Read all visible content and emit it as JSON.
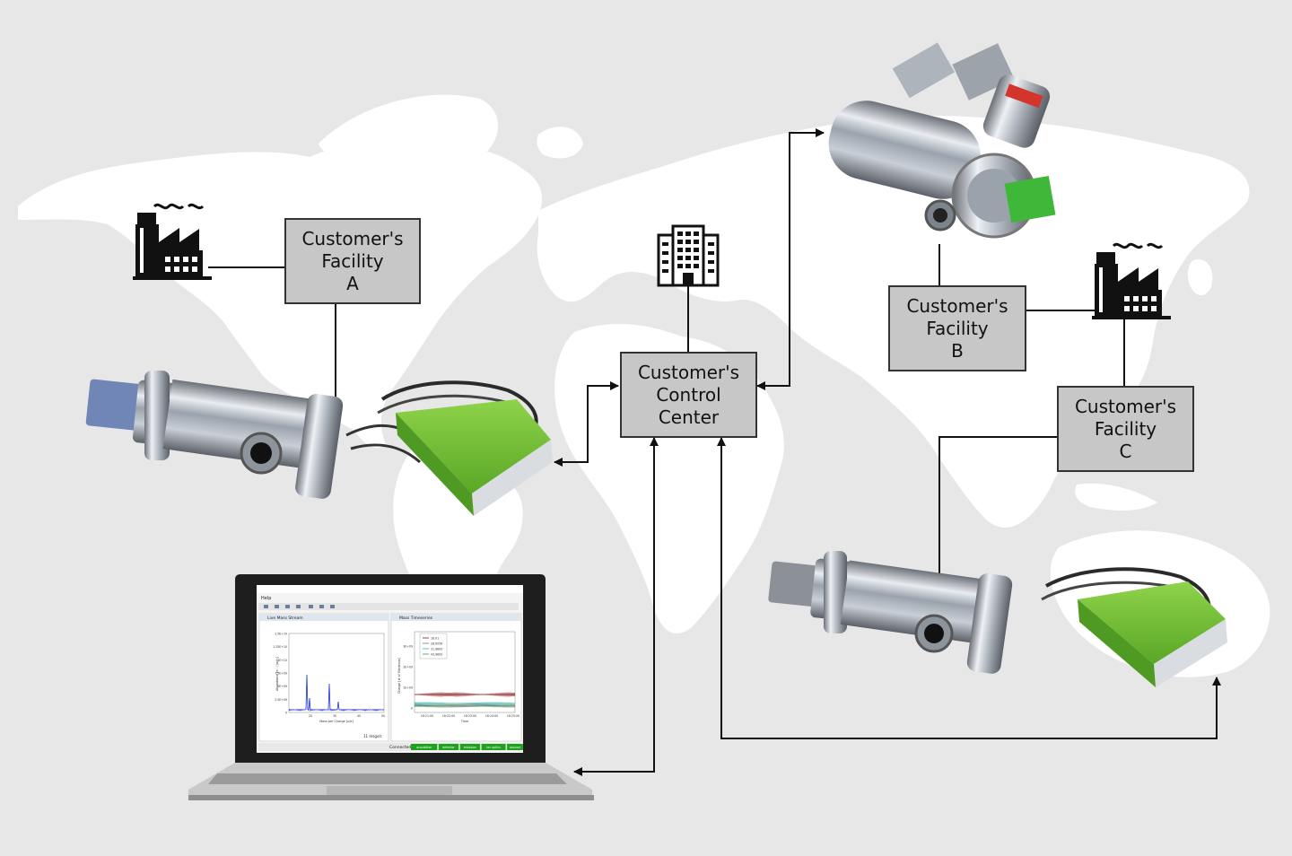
{
  "boxes": {
    "facility_a": [
      "Customer's",
      "Facility",
      "A"
    ],
    "control_center": [
      "Customer's",
      "Control",
      "Center"
    ],
    "facility_b": [
      "Customer's",
      "Facility",
      "B"
    ],
    "facility_c": [
      "Customer's",
      "Facility",
      "C"
    ]
  },
  "laptop_screen": {
    "menu": "Help",
    "left_panel_title": "Live Mass Stream",
    "left_xlabel": "Mass per Charge [u/e]",
    "left_ylabel": "Abundance [e⁻ / (u/e)]",
    "left_yticks": [
      "1.5E+10",
      "1.25E+10",
      "1E+10",
      "7.5E+09",
      "5E+09",
      "2.5E+09",
      "0"
    ],
    "left_xticks": [
      "20",
      "30",
      "40",
      "50"
    ],
    "left_footer": "11 msgs/s",
    "right_panel_title": "Mass Timeseries",
    "right_xlabel": "Time",
    "right_ylabel": "Charge [# of Electrons]",
    "right_yticks": [
      "3E+09",
      "2E+09",
      "1E+09",
      "0"
    ],
    "right_xticks": [
      "16:21:00",
      "16:22:00",
      "16:23:00",
      "16:24:00",
      "16:25:00"
    ],
    "legend": [
      "18.01",
      "28.0056",
      "31.9893",
      "43.9893"
    ],
    "status_text": "Connected",
    "status_badges": [
      "acquisition",
      "detector",
      "emission",
      "ion optics",
      "vacuum"
    ]
  },
  "colors": {
    "background": "#e7e7e7",
    "map": "#ffffff",
    "box_fill": "#c7c7c7",
    "box_border": "#333333",
    "electronics_green": "#6dbb2f",
    "status_green": "#1fa31f"
  },
  "icons": [
    "factory-icon",
    "office-building-icon",
    "laptop-icon",
    "mass-spectrometer-icon"
  ]
}
